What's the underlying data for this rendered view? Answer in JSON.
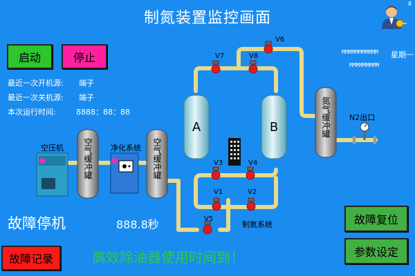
{
  "header": {
    "title": "制氮装置监控画面",
    "corner_mark": "8",
    "date_placeholder": "MMMMMMMMMMM",
    "time_placeholder": "MMMMMMMMM",
    "weekday": "星期一"
  },
  "controls": {
    "start_label": "启动",
    "stop_label": "停止",
    "fault_reset_label": "故障复位",
    "param_settings_label": "参数设定",
    "fault_log_label": "故障记录"
  },
  "status": {
    "last_start_label": "最近一次开机源:",
    "last_start_value": "端子",
    "last_stop_label": "最近一次关机源:",
    "last_stop_value": "端子",
    "runtime_label": "本次运行时间:",
    "runtime_value": "8888：88：88",
    "fault_stop": "故障停机",
    "countdown": "888.8秒",
    "alarm_message": "高效除油器使用时间到！"
  },
  "process": {
    "air_compressor_label": "空压机",
    "purification_label": "净化系统",
    "buffer_tank_label": "空气缓冲罐",
    "nitrogen_tank_label": "氮气缓冲罐",
    "nitrogen_outlet_label": "N2出口",
    "nitrogen_system_label": "制氮系统",
    "tower_a": "A",
    "tower_b": "B",
    "valves": [
      "V1",
      "V2",
      "V3",
      "V4",
      "V5",
      "V6",
      "V7",
      "V8"
    ]
  },
  "colors": {
    "background": "#1a8cf0",
    "start_button": "#2ec52e",
    "stop_button": "#ff1fa0",
    "fault_log_button": "#ff1a1a",
    "action_button": "#44b044",
    "pipe": "#f5e6a0",
    "valve": "#e8191a",
    "alarm_text": "#2ecc40"
  }
}
